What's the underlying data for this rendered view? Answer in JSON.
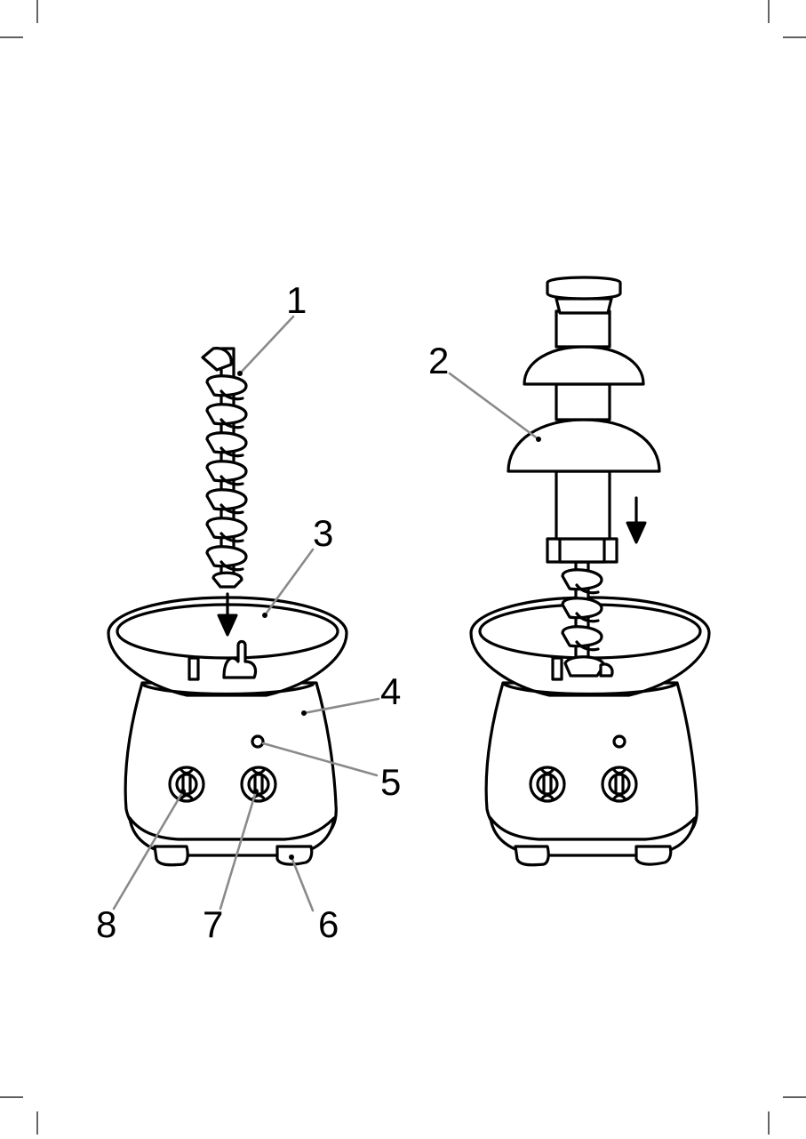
{
  "callouts": [
    {
      "id": "1",
      "label": "1"
    },
    {
      "id": "2",
      "label": "2"
    },
    {
      "id": "3",
      "label": "3"
    },
    {
      "id": "4",
      "label": "4"
    },
    {
      "id": "5",
      "label": "5"
    },
    {
      "id": "6",
      "label": "6"
    },
    {
      "id": "7",
      "label": "7"
    },
    {
      "id": "8",
      "label": "8"
    }
  ],
  "icons": [
    "auger-icon",
    "tower-tier-icon",
    "basin-icon",
    "arrow-down-icon",
    "control-knob-icon",
    "indicator-light-icon",
    "foot-icon"
  ],
  "colors": {
    "line": "#000000",
    "leader": "#8a8a8a",
    "background": "#ffffff"
  }
}
